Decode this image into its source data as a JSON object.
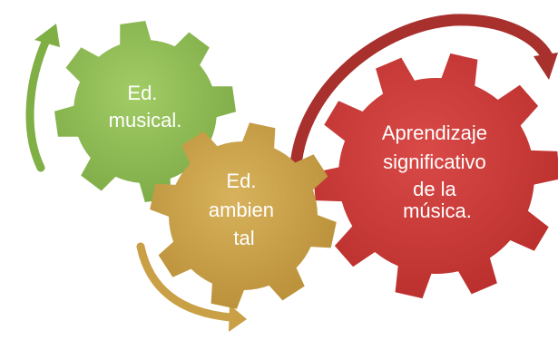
{
  "gears": [
    {
      "id": "gear-1",
      "lines": [
        "Ed.",
        "musical."
      ],
      "color": "#8dbb52",
      "color_dark": "#6f9a3c",
      "arrow_color": "#7faf45"
    },
    {
      "id": "gear-2",
      "lines": [
        "Ed.",
        "ambien",
        "tal"
      ],
      "color": "#c9a045",
      "color_dark": "#a78230",
      "arrow_color": "#c9a045"
    },
    {
      "id": "gear-3",
      "lines": [
        "Aprendizaje",
        "significativo",
        "de la",
        "música."
      ],
      "color": "#cc3a38",
      "color_dark": "#a32322",
      "arrow_color": "#a8302d"
    }
  ]
}
